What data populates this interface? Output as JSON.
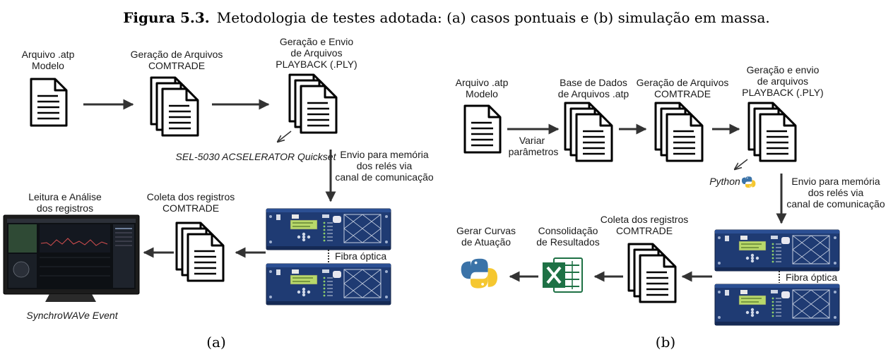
{
  "caption": {
    "bold": "Figura 5.3.",
    "text": "Metodologia de testes adotada: (a) casos pontuais e (b) simulação em massa."
  },
  "panel_a": {
    "atp": [
      "Arquivo .atp",
      "Modelo"
    ],
    "comtrade_gen": [
      "Geração de Arquivos",
      "COMTRADE"
    ],
    "playback": [
      "Geração e Envio",
      "de Arquivos",
      "PLAYBACK (.PLY)"
    ],
    "tool": "SEL-5030 ACSELERATOR Quickset",
    "send": [
      "Envio para memória",
      "dos relés via",
      "canal de comunicação"
    ],
    "collect": [
      "Coleta dos registros",
      "COMTRADE"
    ],
    "read": [
      "Leitura e Análise",
      "dos registros"
    ],
    "fiber": "Fibra óptica",
    "software": "SynchroWAVe Event",
    "label": "(a)"
  },
  "panel_b": {
    "atp": [
      "Arquivo .atp",
      "Modelo"
    ],
    "vary": [
      "Variar",
      "parâmetros"
    ],
    "database": [
      "Base de Dados",
      "de Arquivos .atp"
    ],
    "comtrade_gen": [
      "Geração de Arquivos",
      "COMTRADE"
    ],
    "playback": [
      "Geração e envio",
      "de arquivos",
      "PLAYBACK (.PLY)"
    ],
    "python": "Python",
    "send": [
      "Envio para memória",
      "dos relés via",
      "canal de comunicação"
    ],
    "collect": [
      "Coleta dos registros",
      "COMTRADE"
    ],
    "consolidate": [
      "Consolidação",
      "de Resultados"
    ],
    "curves": [
      "Gerar Curvas",
      "de Atuação"
    ],
    "fiber": "Fibra óptica",
    "label": "(b)"
  },
  "colors": {
    "relay_panel": "#1f3b73",
    "lcd": "#b8d86a",
    "excel": "#1e7145",
    "python_blue": "#3b73a8",
    "python_yellow": "#f5c730",
    "arrow": "#333333"
  }
}
